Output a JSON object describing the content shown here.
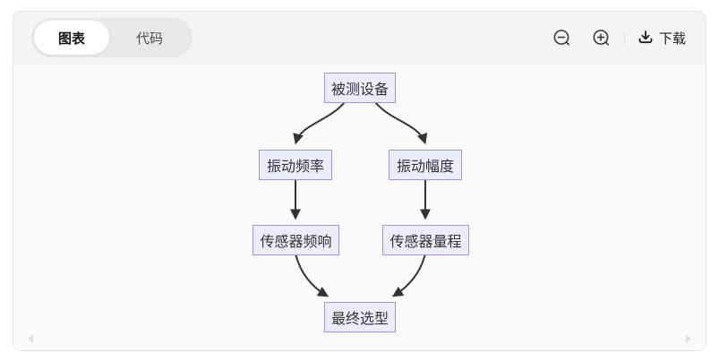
{
  "toolbar": {
    "tabs": [
      {
        "label": "图表",
        "active": true
      },
      {
        "label": "代码",
        "active": false
      }
    ],
    "zoom_out_icon": "magnifier-minus",
    "zoom_in_icon": "magnifier-plus",
    "download": {
      "icon": "download-tray-arrow",
      "label": "下载"
    }
  },
  "diagram": {
    "type": "flowchart",
    "direction": "top-down",
    "nodes": [
      {
        "id": "device",
        "label": "被测设备"
      },
      {
        "id": "freq",
        "label": "振动频率"
      },
      {
        "id": "amp",
        "label": "振动幅度"
      },
      {
        "id": "sensor_freq",
        "label": "传感器频响"
      },
      {
        "id": "sensor_range",
        "label": "传感器量程"
      },
      {
        "id": "final",
        "label": "最终选型"
      }
    ],
    "edges": [
      {
        "from": "device",
        "to": "freq"
      },
      {
        "from": "device",
        "to": "amp"
      },
      {
        "from": "freq",
        "to": "sensor_freq"
      },
      {
        "from": "amp",
        "to": "sensor_range"
      },
      {
        "from": "sensor_freq",
        "to": "final"
      },
      {
        "from": "sensor_range",
        "to": "final"
      }
    ],
    "colors": {
      "node_fill": "#ECECFF",
      "node_border": "#a396d8",
      "node_text": "#333333",
      "edge": "#333333",
      "canvas_bg": "#fafafa",
      "toolbar_bg": "#f4f4f5"
    }
  }
}
